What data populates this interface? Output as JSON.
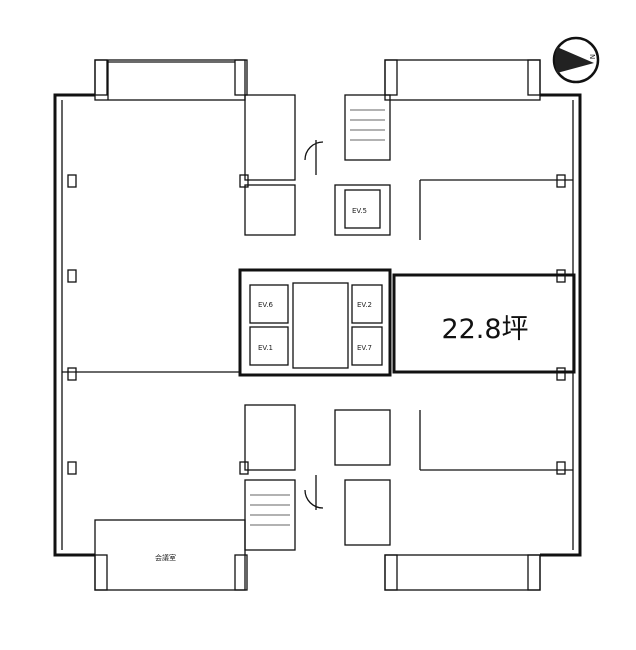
{
  "floor_plan": {
    "highlighted_unit": {
      "area_label": "22.8坪"
    },
    "compass": {
      "label": "N",
      "icon": "north-arrow-icon"
    },
    "elevators": [
      "EV.5",
      "EV.6",
      "EV.2",
      "EV.1",
      "EV.7"
    ]
  }
}
